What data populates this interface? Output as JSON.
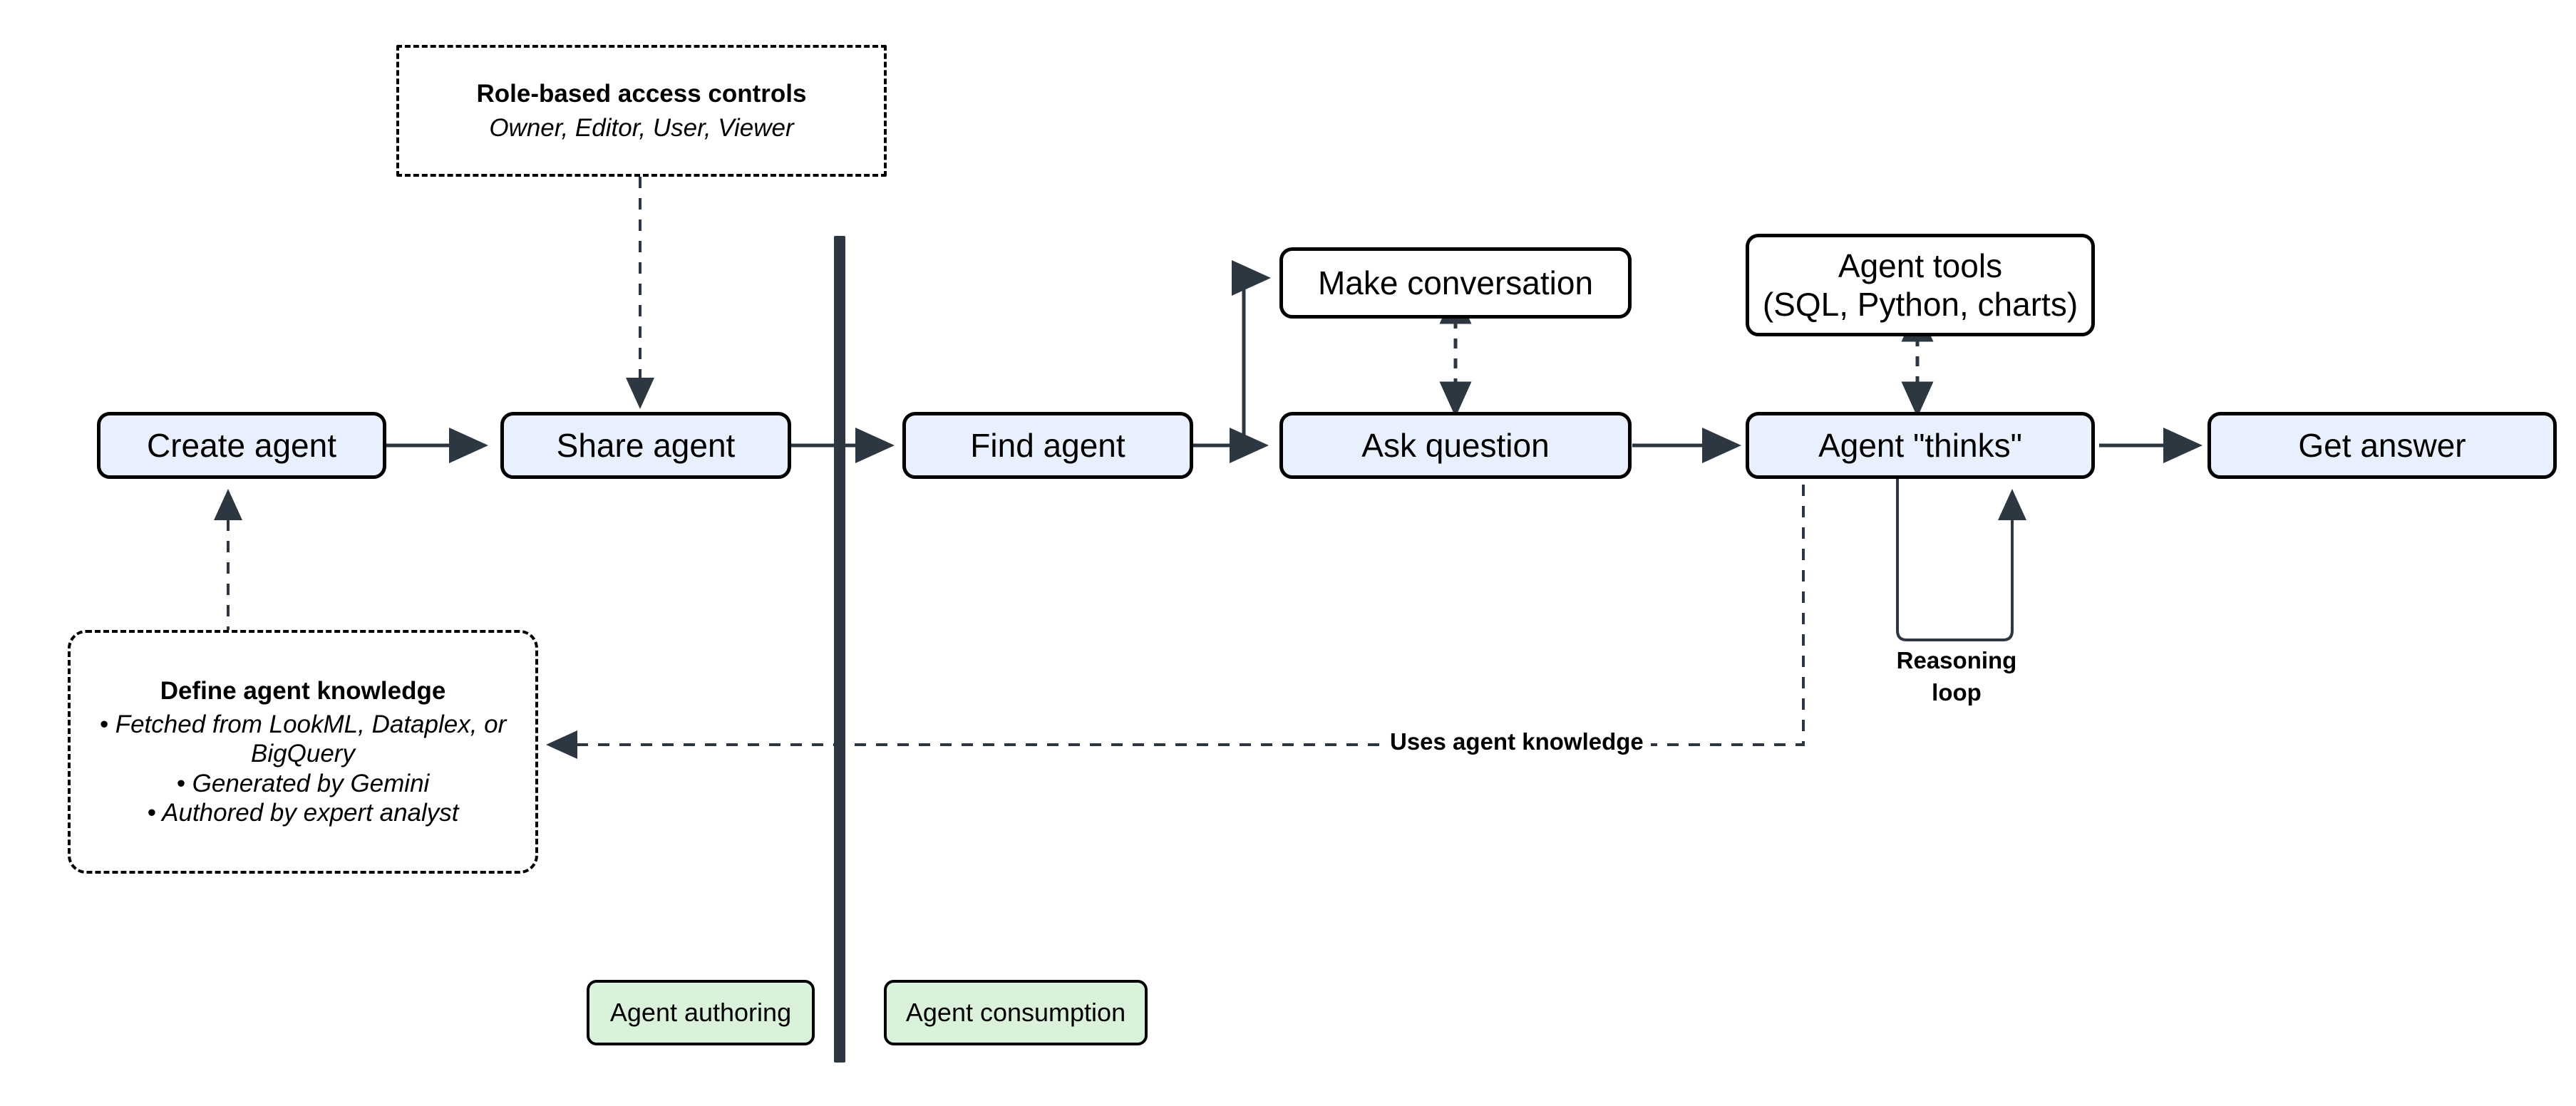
{
  "diagram": {
    "title_present": false,
    "colors": {
      "process_fill": "#e8f0fe",
      "plain_fill": "#ffffff",
      "legend_fill": "#d9f2d9",
      "stroke": "#000000",
      "divider": "#2d3742",
      "arrow": "#2d3742"
    }
  },
  "notes": {
    "rbac": {
      "title": "Role-based access controls",
      "subtitle": "Owner, Editor, User, Viewer"
    },
    "knowledge": {
      "title": "Define agent knowledge",
      "bullets": [
        "• Fetched from LookML, Dataplex, or BigQuery",
        "• Generated by Gemini",
        "• Authored by expert analyst"
      ]
    }
  },
  "nodes": {
    "create_agent": "Create agent",
    "share_agent": "Share agent",
    "find_agent": "Find agent",
    "make_conversation": "Make conversation",
    "ask_question": "Ask question",
    "agent_tools": "Agent tools\n(SQL, Python, charts)",
    "agent_thinks": "Agent \"thinks\"",
    "get_answer": "Get answer"
  },
  "edge_labels": {
    "uses_agent_knowledge": "Uses agent knowledge",
    "reasoning_loop": "Reasoning\nloop"
  },
  "legend": {
    "authoring": "Agent authoring",
    "consumption": "Agent consumption"
  }
}
